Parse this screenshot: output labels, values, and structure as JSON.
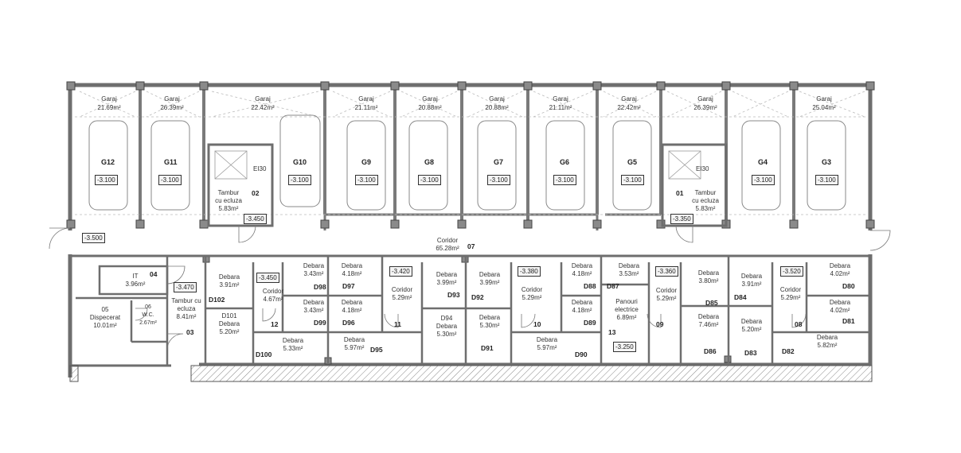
{
  "garages": [
    {
      "id": "G12",
      "label": "Garaj",
      "area": "21.69m²",
      "level": "-3.100"
    },
    {
      "id": "G11",
      "label": "Garaj",
      "area": "26.39m²",
      "level": "-3.100"
    },
    {
      "id": "G10",
      "label": "Garaj",
      "area": "22.42m²",
      "level": "-3.100"
    },
    {
      "id": "G9",
      "label": "Garaj",
      "area": "21.11m²",
      "level": "-3.100"
    },
    {
      "id": "G8",
      "label": "Garaj",
      "area": "20.88m²",
      "level": "-3.100"
    },
    {
      "id": "G7",
      "label": "Garaj",
      "area": "20.88m²",
      "level": "-3.100"
    },
    {
      "id": "G6",
      "label": "Garaj",
      "area": "21.11m²",
      "level": "-3.100"
    },
    {
      "id": "G5",
      "label": "Garaj",
      "area": "22.42m²",
      "level": "-3.100"
    },
    {
      "id": "G4",
      "label": "Garaj",
      "area": "26.39m²",
      "level": "-3.100"
    },
    {
      "id": "G3",
      "label": "Garaj",
      "area": "25.04m²",
      "level": "-3.100"
    }
  ],
  "tambur_left": {
    "text": "Tambur\ncu ecluza\n5.83m²",
    "num": "02",
    "level": "-3.450",
    "ei": "EI30"
  },
  "tambur_right": {
    "text": "Tambur\ncu ecluza\n5.83m²",
    "num": "01",
    "level": "-3.350",
    "ei": "EI30"
  },
  "corridor_main": {
    "text": "Coridor\n65.28m²",
    "num": "07",
    "level": "-3.500"
  },
  "it_room": {
    "text": "IT\n3.96m²",
    "num": "04"
  },
  "tambur_bottom": {
    "text": "Tambur cu\necluza\n8.41m²",
    "num": "03",
    "level": "-3.470"
  },
  "dispecerat": {
    "text": "05\nDispecerat\n10.01m²"
  },
  "wc": {
    "text": "06\nW.C.\n2.67m²"
  },
  "rooms": [
    {
      "text": "Debara\n3.91m²",
      "code": "D102"
    },
    {
      "text": "D101\nDebara\n5.20m²"
    },
    {
      "text": "Coridor\n4.67m²",
      "num": "12",
      "level": "-3.450"
    },
    {
      "text": "Debara\n3.43m²",
      "code": "D98"
    },
    {
      "text": "Debara\n3.43m²",
      "code": "D99"
    },
    {
      "text": "Debara\n5.33m²",
      "code": "D100"
    },
    {
      "text": "Debara\n4.18m²",
      "code": "D97"
    },
    {
      "text": "Debara\n4.18m²",
      "code": "D96"
    },
    {
      "text": "Debara\n5.97m²",
      "code": "D95"
    },
    {
      "text": "Coridor\n5.29m²",
      "num": "11",
      "level": "-3.420"
    },
    {
      "text": "Debara\n3.99m²",
      "code": "D93"
    },
    {
      "text": "D94\nDebara\n5.30m²"
    },
    {
      "text": "Debara\n3.99m²",
      "code": "D92"
    },
    {
      "text": "Debara\n5.30m²",
      "code": "D91"
    },
    {
      "text": "Coridor\n5.29m²",
      "num": "10",
      "level": "-3.380"
    },
    {
      "text": "Debara\n4.18m²",
      "code": "D88"
    },
    {
      "text": "Debara\n4.18m²",
      "code": "D89"
    },
    {
      "text": "Debara\n5.97m²",
      "code": "D90"
    },
    {
      "text": "Debara\n3.53m²",
      "code": "D87"
    },
    {
      "text": "Panouri\nelectrice\n6.89m²",
      "num": "13",
      "level": "-3.250"
    },
    {
      "text": "Coridor\n5.29m²",
      "num": "09",
      "level": "-3.360"
    },
    {
      "text": "Debara\n3.80m²",
      "code": "D85"
    },
    {
      "text": "Debara\n7.46m²",
      "code": "D86"
    },
    {
      "text": "Debara\n3.91m²",
      "code": "D84"
    },
    {
      "text": "Debara\n5.20m²",
      "code": "D83"
    },
    {
      "text": "Coridor\n5.29m²",
      "num": "08",
      "level": "-3.520"
    },
    {
      "text": "Debara\n4.02m²",
      "code": "D80"
    },
    {
      "text": "Debara\n4.02m²",
      "code": "D81"
    },
    {
      "text": "Debara\n5.82m²",
      "code": "D82"
    }
  ],
  "colors": {
    "wall": "#7a7a7a",
    "line": "#444444",
    "hatch": "#888888",
    "dash": "#bbbbbb"
  }
}
